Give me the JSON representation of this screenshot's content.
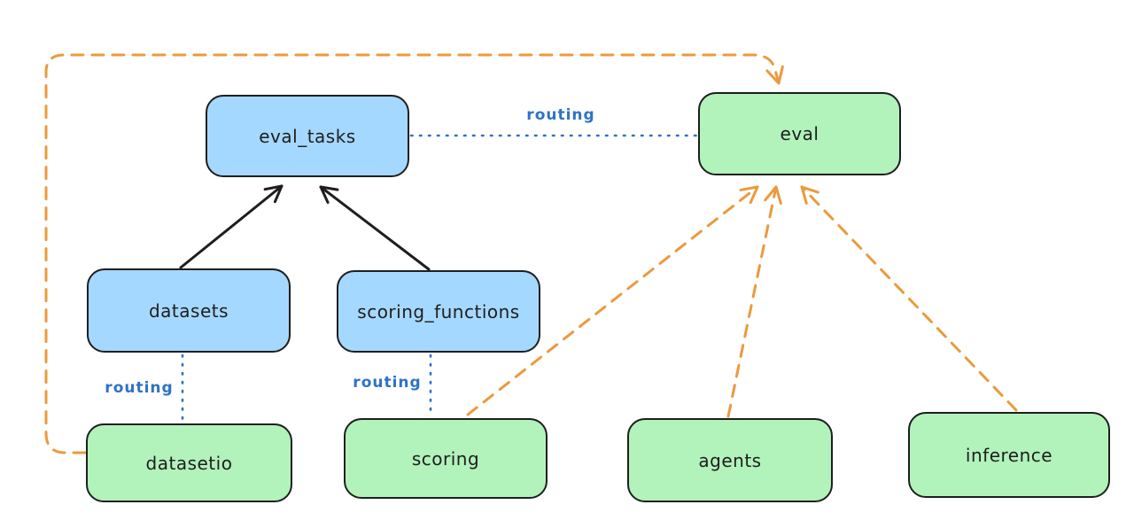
{
  "diagram": {
    "background": "#ffffff",
    "colors": {
      "node_blue_fill": "#a5d8ff",
      "node_green_fill": "#b2f2bb",
      "node_stroke": "#1e1e1e",
      "solid_arrow": "#1e1e1e",
      "dashed_arrow_orange": "#eb9a3d",
      "routing_blue": "#2e72c6"
    },
    "nodes": [
      {
        "id": "eval_tasks",
        "label": "eval_tasks",
        "fill": "blue"
      },
      {
        "id": "eval",
        "label": "eval",
        "fill": "green"
      },
      {
        "id": "datasets",
        "label": "datasets",
        "fill": "blue"
      },
      {
        "id": "scoring_functions",
        "label": "scoring_functions",
        "fill": "blue"
      },
      {
        "id": "datasetio",
        "label": "datasetio",
        "fill": "green"
      },
      {
        "id": "scoring",
        "label": "scoring",
        "fill": "green"
      },
      {
        "id": "agents",
        "label": "agents",
        "fill": "green"
      },
      {
        "id": "inference",
        "label": "inference",
        "fill": "green"
      }
    ],
    "edges": [
      {
        "from": "datasets",
        "to": "eval_tasks",
        "style": "solid-black-arrow",
        "label": ""
      },
      {
        "from": "scoring_functions",
        "to": "eval_tasks",
        "style": "solid-black-arrow",
        "label": ""
      },
      {
        "from": "eval_tasks",
        "to": "eval",
        "style": "dotted-blue",
        "label": "routing"
      },
      {
        "from": "datasets",
        "to": "datasetio",
        "style": "dotted-blue",
        "label": "routing"
      },
      {
        "from": "scoring_functions",
        "to": "scoring",
        "style": "dotted-blue",
        "label": "routing"
      },
      {
        "from": "datasetio",
        "to": "eval",
        "style": "dashed-orange-arrow",
        "label": ""
      },
      {
        "from": "scoring",
        "to": "eval",
        "style": "dashed-orange-arrow",
        "label": ""
      },
      {
        "from": "agents",
        "to": "eval",
        "style": "dashed-orange-arrow",
        "label": ""
      },
      {
        "from": "inference",
        "to": "eval",
        "style": "dashed-orange-arrow",
        "label": ""
      }
    ]
  }
}
